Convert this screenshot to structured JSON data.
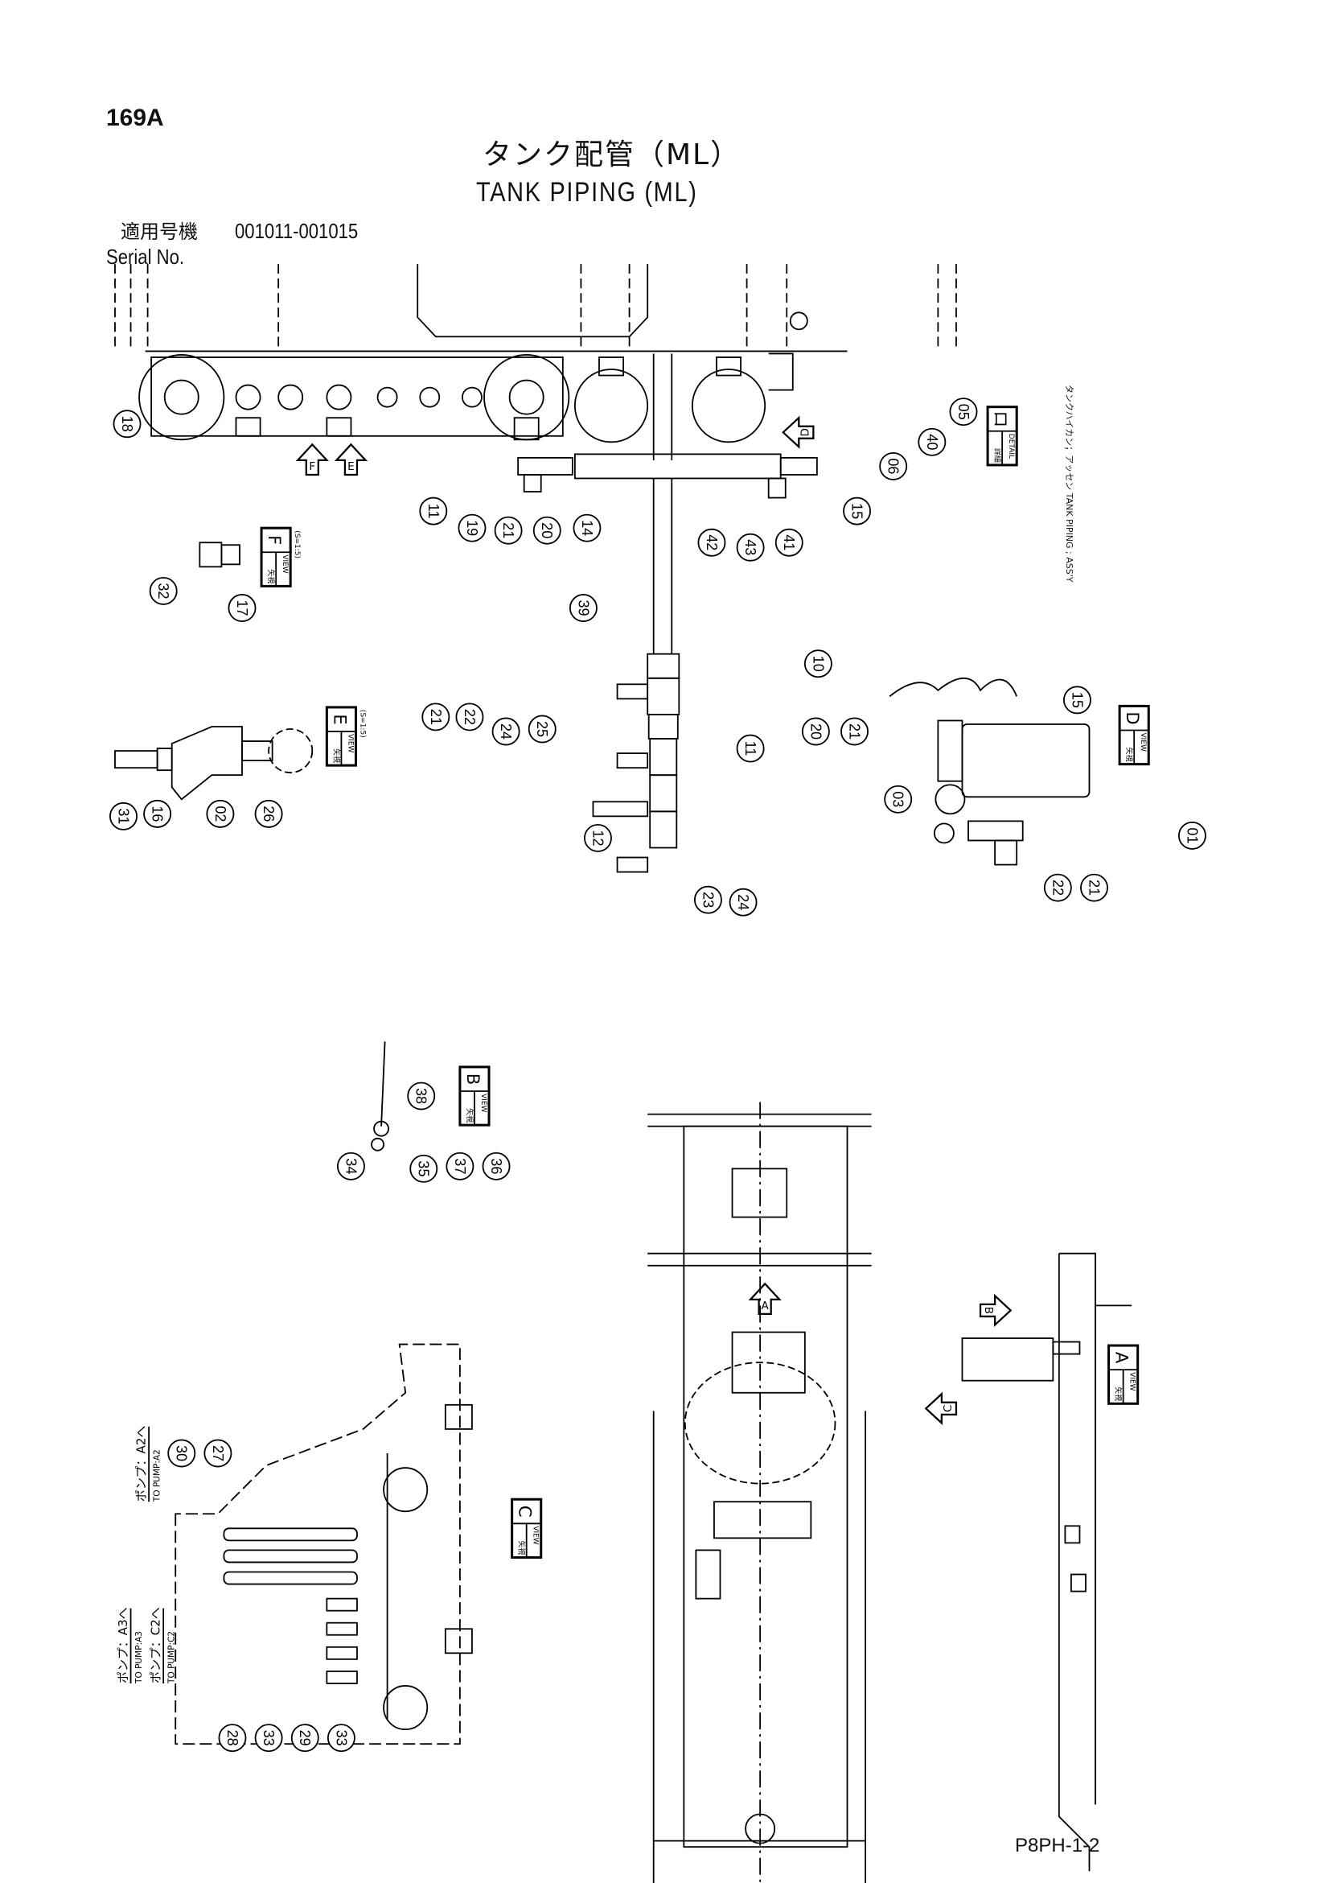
{
  "header": {
    "page_number": "169A",
    "title_jp": "タンク配管（ML）",
    "title_en": "TANK PIPING (ML)",
    "serial_label_jp": "適用号機",
    "serial_range": "001011-001015",
    "serial_label_en": "Serial No.",
    "assy_note": "タンクハイカン；アッセン TANK PIPING ; ASS'Y"
  },
  "callouts": [
    "18",
    "11",
    "19",
    "21",
    "20",
    "14",
    "42",
    "43",
    "41",
    "15",
    "06",
    "40",
    "05",
    "39",
    "32",
    "17",
    "10",
    "21",
    "22",
    "24",
    "25",
    "20",
    "21",
    "11",
    "31",
    "16",
    "02",
    "26",
    "12",
    "23",
    "24",
    "15",
    "03",
    "01",
    "22",
    "21",
    "38",
    "34",
    "35",
    "37",
    "36",
    "30",
    "27",
    "28",
    "33",
    "29",
    "33"
  ],
  "views": [
    {
      "jp": "矢視",
      "en": "VIEW",
      "letter": "F",
      "scale": "(S=1:5)"
    },
    {
      "jp": "矢視",
      "en": "VIEW",
      "letter": "E",
      "scale": "(S=1:5)"
    },
    {
      "jp": "矢視",
      "en": "VIEW",
      "letter": "D",
      "scale": ""
    },
    {
      "jp": "矢視",
      "en": "VIEW",
      "letter": "B",
      "scale": ""
    },
    {
      "jp": "矢視",
      "en": "VIEW",
      "letter": "C",
      "scale": ""
    },
    {
      "jp": "矢視",
      "en": "VIEW",
      "letter": "A",
      "scale": ""
    },
    {
      "jp": "詳細",
      "en": "DETAIL",
      "letter": "ロ",
      "scale": ""
    }
  ],
  "arrows": [
    "F",
    "E",
    "D",
    "B",
    "C",
    "A"
  ],
  "pump_labels": [
    {
      "jp": "ポンプ：A2へ",
      "en": "TO PUMP:A2"
    },
    {
      "jp": "ポンプ：A3へ",
      "en": "TO PUMP:A3"
    },
    {
      "jp": "ポンプ：C2へ",
      "en": "TO PUMP:C2"
    }
  ],
  "footer": {
    "code": "P8PH-1-2"
  }
}
